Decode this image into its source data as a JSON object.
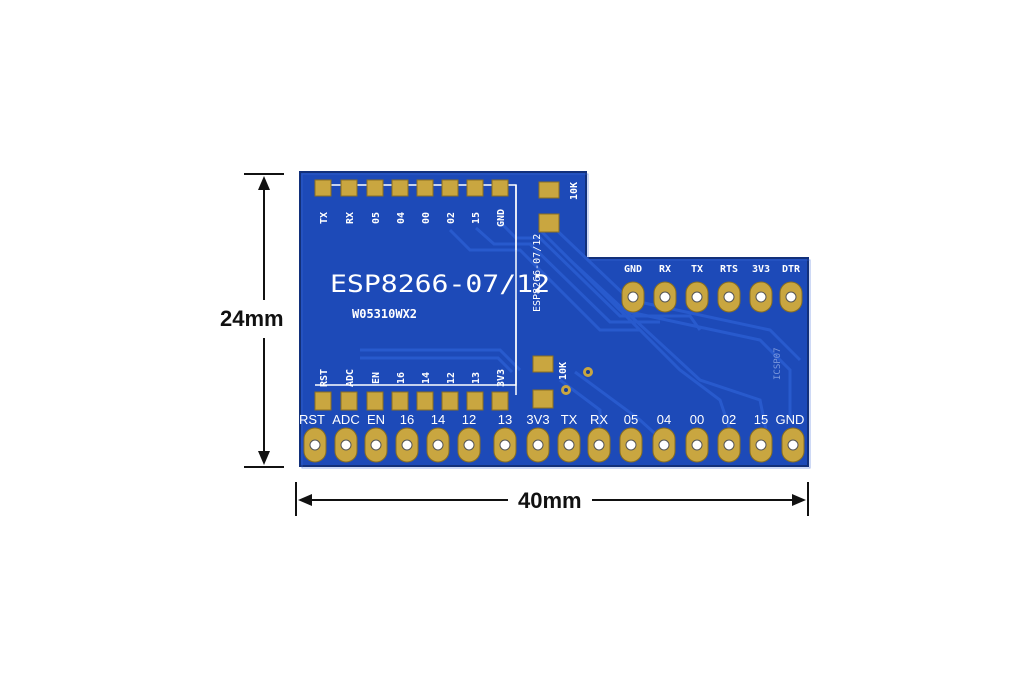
{
  "dimensions": {
    "height_label": "24mm",
    "width_label": "40mm"
  },
  "board": {
    "module_title": "ESP8266-07/12",
    "module_code": "W05310WX2",
    "side_label": "ESP8266-07/12",
    "resistor_top": "10K",
    "resistor_bottom": "10K",
    "top_pad_labels": [
      "TX",
      "RX",
      "05",
      "04",
      "00",
      "02",
      "15",
      "GND"
    ],
    "bottom_pad_labels": [
      "RST",
      "ADC",
      "EN",
      "16",
      "14",
      "12",
      "13",
      "3V3"
    ],
    "header_labels": [
      "GND",
      "RX",
      "TX",
      "RTS",
      "3V3",
      "DTR"
    ],
    "pin_labels": [
      "RST",
      "ADC",
      "EN",
      "16",
      "14",
      "12",
      "13",
      "3V3",
      "TX",
      "RX",
      "05",
      "04",
      "00",
      "02",
      "15",
      "GND"
    ],
    "corner_mark": "ICSP07"
  },
  "colors": {
    "pcb": "#1d4ab8",
    "pcb_dark": "#163c98",
    "pad_gold": "#c9a640",
    "silk": "#ffffff"
  }
}
